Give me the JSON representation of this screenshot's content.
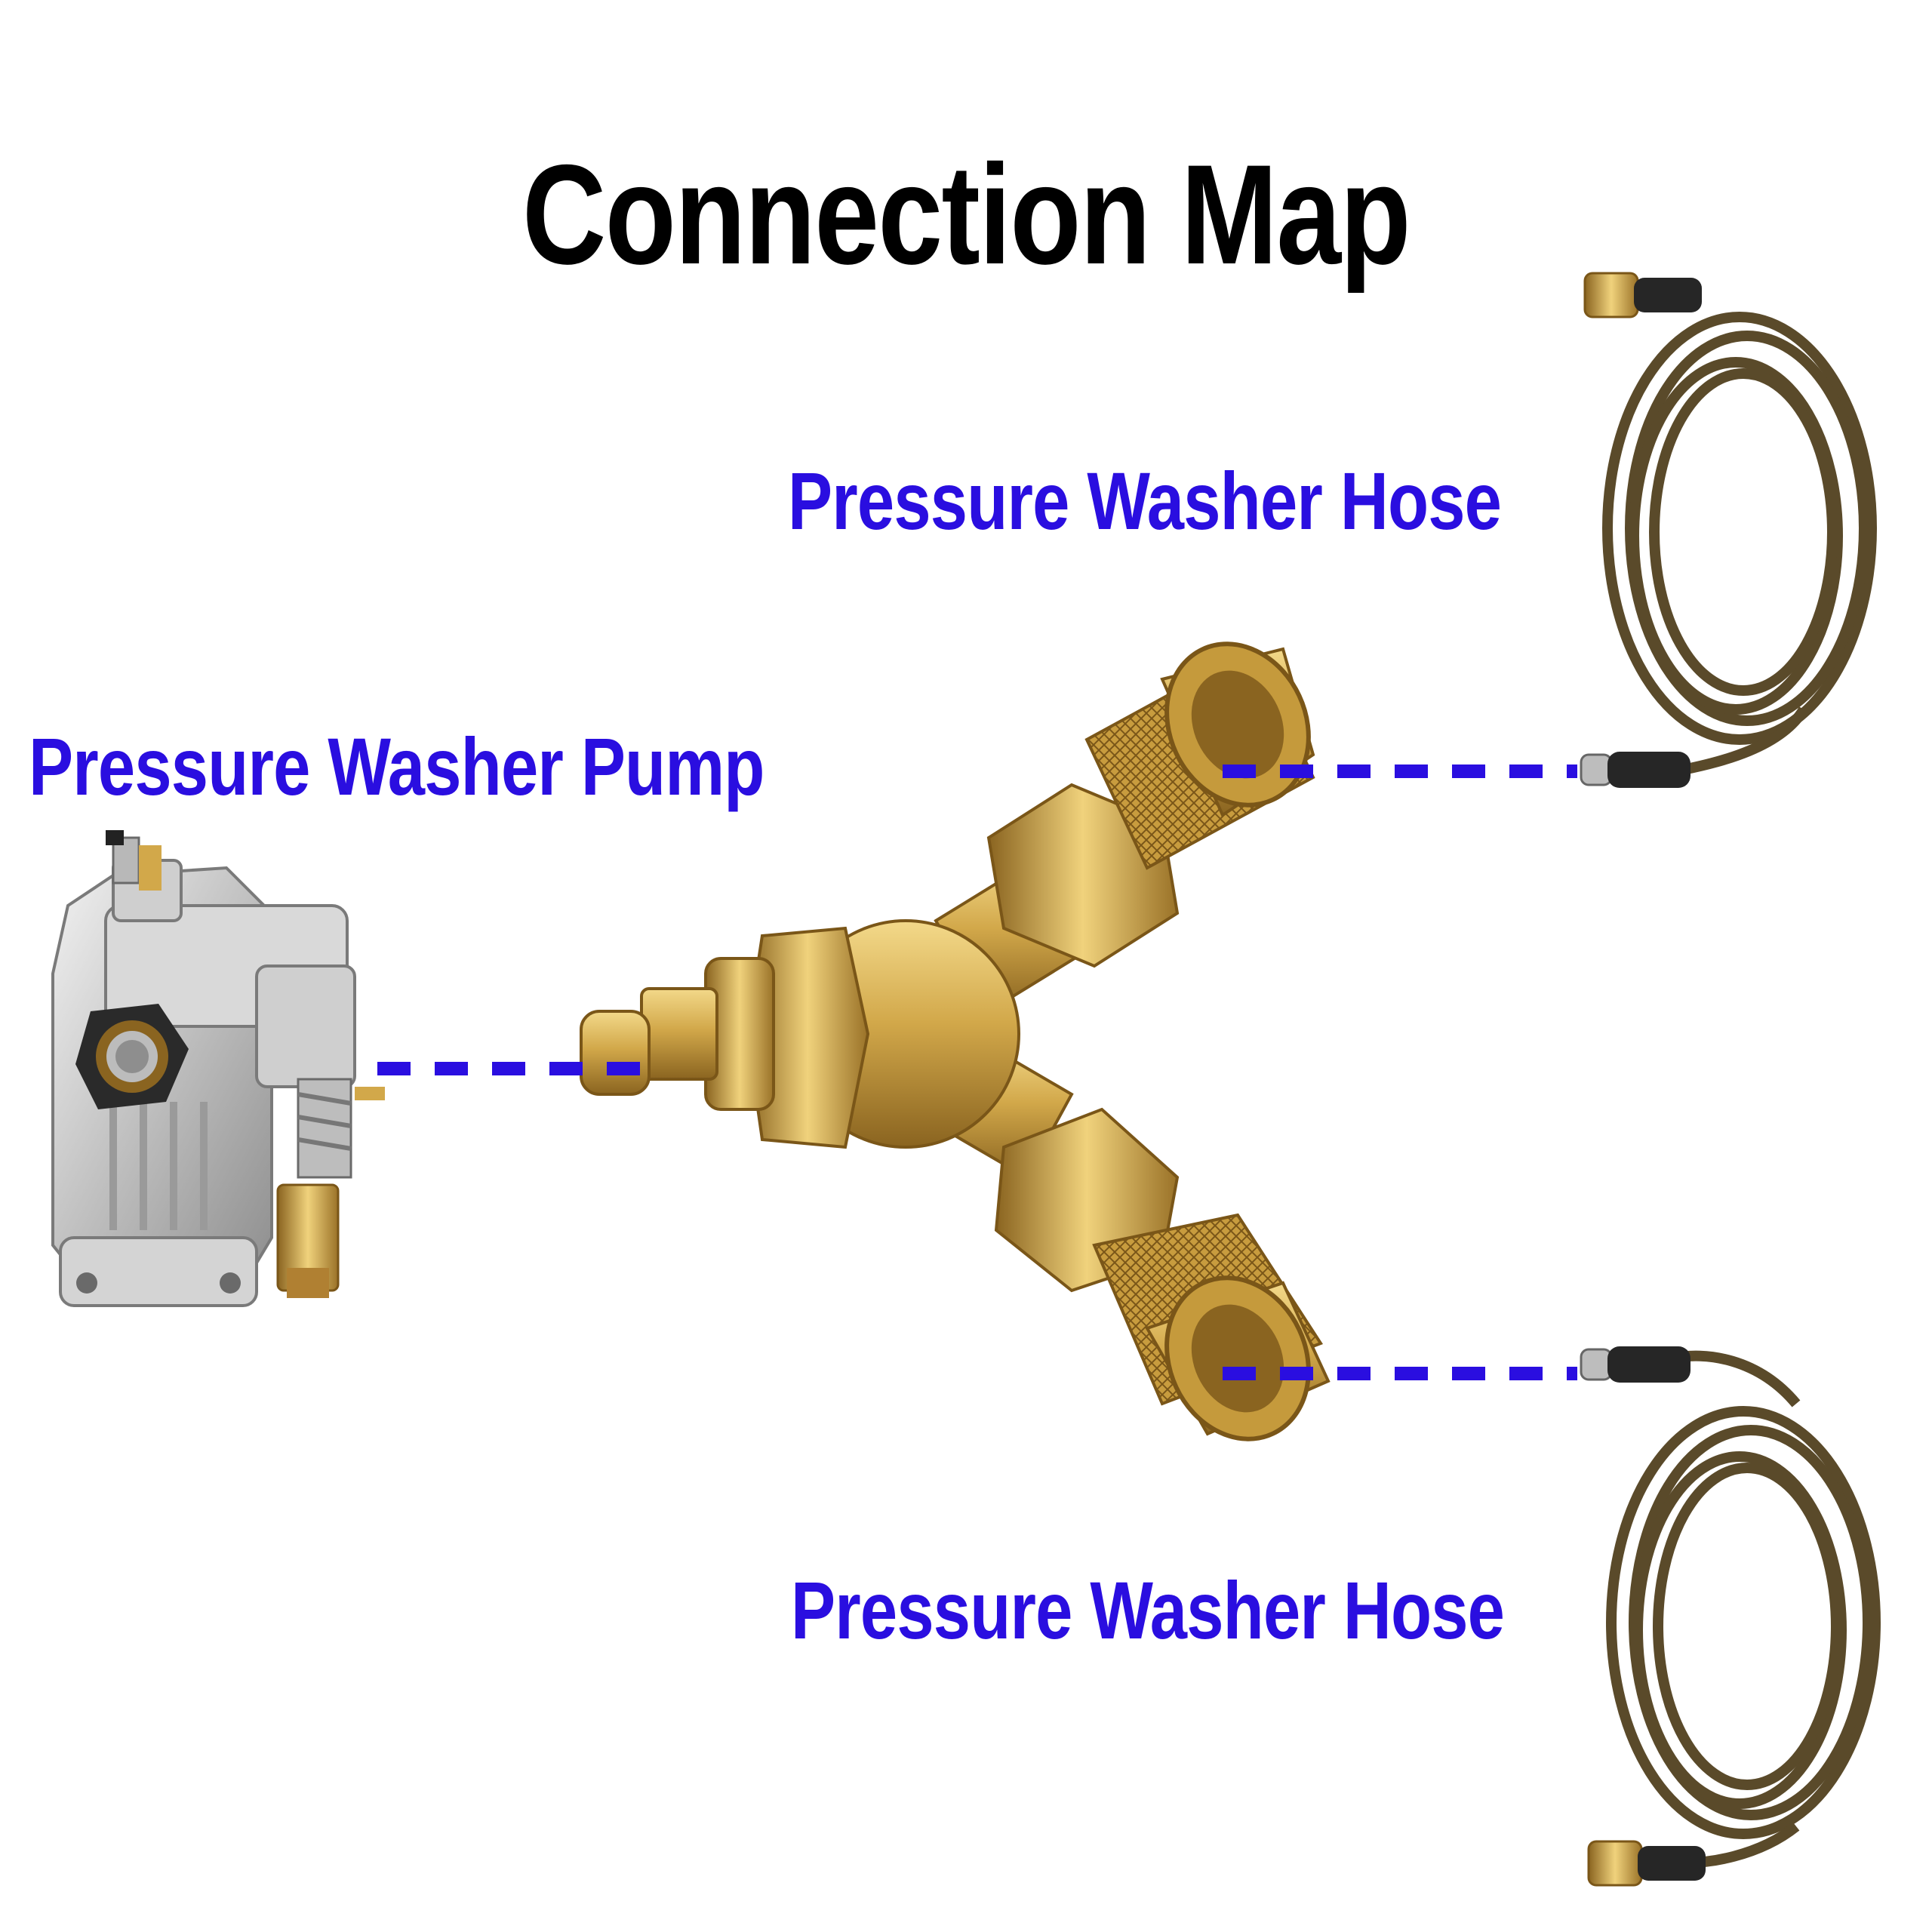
{
  "title": "Connection Map",
  "labels": {
    "pump": "Pressure Washer Pump",
    "hose_top": "Pressure Washer Hose",
    "hose_bottom": "Pressure Washer Hose"
  },
  "colors": {
    "title": "#000000",
    "label": "#2a0ee0",
    "connector_line": "#2a0ee0",
    "brass": "#c9a24a",
    "hose": "#5a4a2a",
    "pump_body": "#c8c8c8"
  },
  "icons": {
    "pump": "pressure-washer-pump-icon",
    "y_connector": "brass-y-connector-icon",
    "hose": "coiled-hose-icon"
  }
}
